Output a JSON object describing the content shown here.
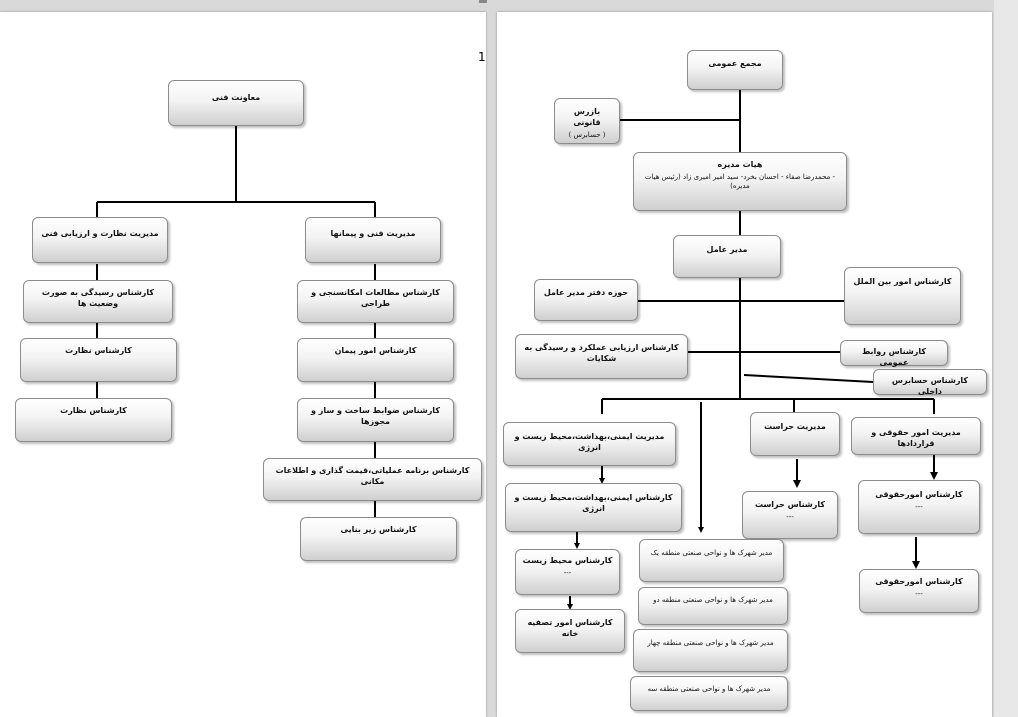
{
  "page_number": "1",
  "left_chart": {
    "root": "معاونت فنی",
    "branch_a": "مدیریت فنی و پیمانها",
    "branch_b": "مدیریت نظارت و ارزیابی فنی",
    "branch_a_items": [
      "کارشناس مطالعات امکانسنجی و طراحی",
      "کارشناس امور پیمان",
      "کارشناس ضوابط ساخت و ساز و مجوزها",
      "کارشناس برنامه عملیاتی،قیمت گذاری و اطلاعات مکانی",
      "کارشناس زیر بنایی"
    ],
    "branch_b_items": [
      "کارشناس رسیدگی به صورت وضعیت ها",
      "کارشناس نظارت",
      "کارشناس نظارت"
    ]
  },
  "right_chart": {
    "general_assembly": "مجمع عمومی",
    "legal_inspector": "بازرس قانونی",
    "legal_inspector_sub": "( حسابرس )",
    "board": "هیات مدیره",
    "board_members": "- محمدرضا صفاء - احسان بخرد- سید امیر امیری زاد (رئیس هیات مدیره)",
    "ceo": "مدیر عامل",
    "ceo_office": "حوزه دفتر مدیر عامل",
    "international": "کارشناس امور بین الملل",
    "performance": "کارشناس ارزیابی عملکرد و رسیدگی به شکایات",
    "public_relations": "کارشناس روابط عمومی",
    "internal_audit": "کارشناس حسابرس داخلی",
    "hse_manager": "مدیریت ایمنی،بهداشت،محیط زیست و انرژی",
    "hse_expert": "کارشناس ایمنی،بهداشت،محیط زیست و انرژی",
    "env_expert": "کارشناس محیط زیست",
    "env_expert_sub": "---",
    "refinery_expert": "کارشناس امور تصفیه خانه",
    "security_manager": "مدیریت حراست",
    "security_expert": "کارشناس حراست",
    "security_expert_sub": "---",
    "legal_manager": "مدیریت امور حقوقی و قراردادها",
    "legal_expert_1": "کارشناس امورحقوقی",
    "legal_expert_1_sub": "---",
    "legal_expert_2": "کارشناس امورحقوقی",
    "legal_expert_2_sub": "---",
    "zone_managers": [
      "مدیر شهرک ها و نواحی صنعتی منطقه یک",
      "مدیر شهرک ها و نواحی صنعتی منطقه دو",
      "مدیر شهرک ها و نواحی صنعتی منطقه چهار",
      "مدیر شهرک ها و نواحی صنعتی منطقه سه"
    ]
  }
}
